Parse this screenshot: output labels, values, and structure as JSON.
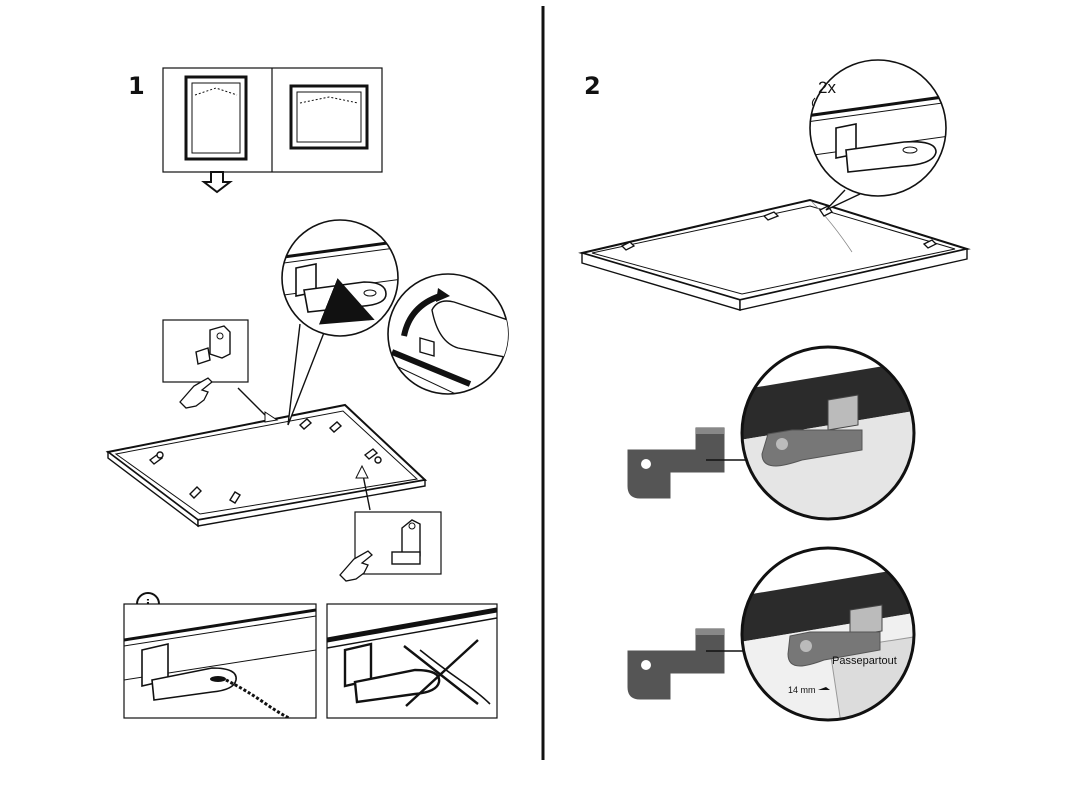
{
  "steps": [
    {
      "number": "1"
    },
    {
      "number": "2"
    }
  ],
  "labels": {
    "quantity": "2x",
    "info_symbol": "i",
    "passepartout": "Passepartout",
    "measurement": "14 mm"
  },
  "colors": {
    "ink": "#111111",
    "dark_fill": "#2b2b2b",
    "gray_part": "#555555",
    "light_gray": "#d9d9d9"
  }
}
